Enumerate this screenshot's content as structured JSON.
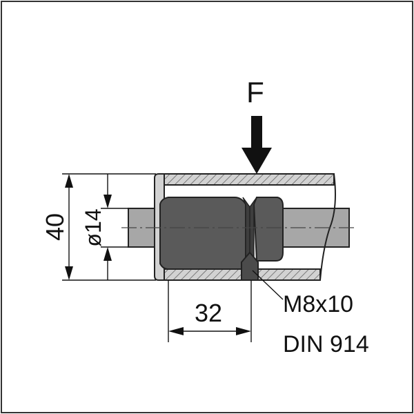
{
  "labels": {
    "force": "F",
    "outer_diameter": "40",
    "inner_diameter": "ø14",
    "length": "32",
    "screw": "M8x10",
    "standard": "DIN 914"
  },
  "colors": {
    "frame": "#333333",
    "tube_wall": "#d2d2d2",
    "hatch": "#555555",
    "shaft": "#a7a7a7",
    "bushing": "#5a5a5a",
    "line": "#111111",
    "centerline": "#444444"
  }
}
